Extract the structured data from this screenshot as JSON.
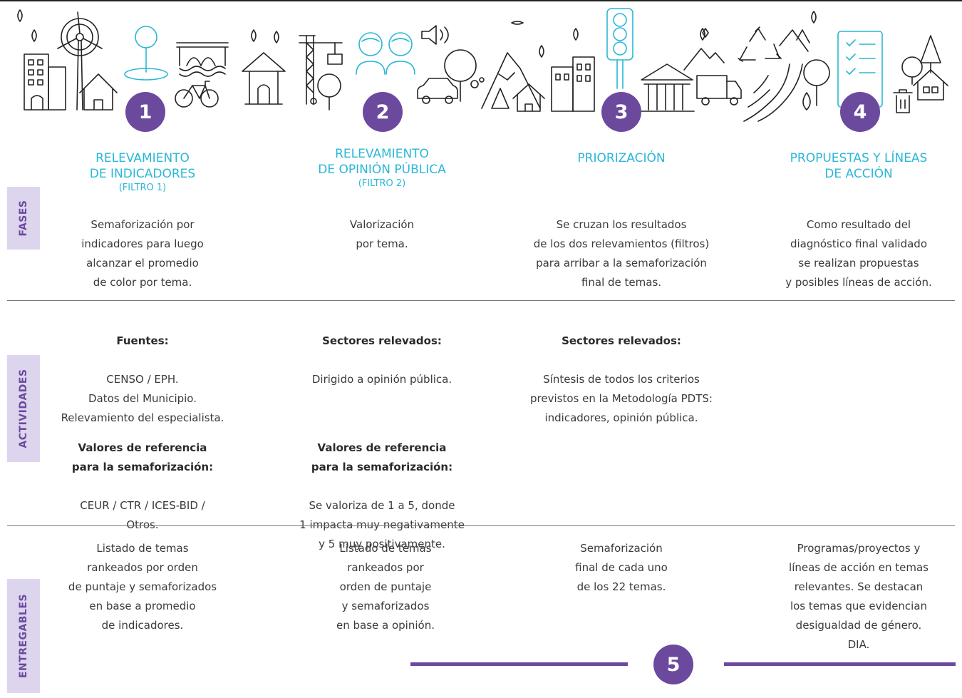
{
  "colors": {
    "accent": "#6b4a9e",
    "title": "#2ab7d6",
    "label_bg": "#ddd5ee",
    "text": "#3a3a3a"
  },
  "phases": [
    {
      "number": "1",
      "title": "RELEVAMIENTO\nDE INDICADORES",
      "filter": "(FILTRO 1)",
      "description": "Semaforización por\nindicadores para luego\nalcanzar el promedio\nde color por tema."
    },
    {
      "number": "2",
      "title": "RELEVAMIENTO\nDE OPINIÓN PÚBLICA",
      "filter": "(FILTRO 2)",
      "description": "Valorización\npor tema."
    },
    {
      "number": "3",
      "title": "PRIORIZACIÓN",
      "filter": "",
      "description": "Se cruzan los resultados\nde los dos relevamientos (filtros)\npara arribar a la semaforización\nfinal de temas."
    },
    {
      "number": "4",
      "title": "PROPUESTAS Y LÍNEAS\nDE ACCIÓN",
      "filter": "",
      "description": "Como resultado del\ndiagnóstico final validado\nse realizan propuestas\ny posibles líneas de acción."
    }
  ],
  "row_labels": {
    "fases": "FASES",
    "actividades": "ACTIVIDADES",
    "entregables": "ENTREGABLES"
  },
  "activities": {
    "col1": {
      "heading": "Fuentes:",
      "body": "CENSO / EPH.\nDatos del Municipio.\nRelevamiento del especialista.",
      "heading2": "Valores de referencia\npara la semaforización:",
      "body2": "CEUR / CTR / ICES-BID /\nOtros."
    },
    "col2": {
      "heading": "Sectores relevados:",
      "body": "Dirigido a opinión pública.",
      "heading2": "Valores de referencia\npara la semaforización:",
      "body2": "Se valoriza de 1 a 5, donde\n1 impacta muy negativamente\ny 5 muy positivamente."
    },
    "col3": {
      "heading": "Sectores relevados:",
      "body": "Síntesis de todos los criterios\nprevistos en la Metodología PDTS:\nindicadores, opinión pública."
    }
  },
  "deliverables": [
    "Listado de temas\nrankeados por orden\nde puntaje y semaforizados\nen base a promedio\nde indicadores.",
    "Listado de temas\nrankeados por\norden de puntaje\ny semaforizados\nen base a opinión.",
    "Semaforización\nfinal de cada uno\nde los 22 temas.",
    "Programas/proyectos y\nlíneas de acción en temas\nrelevantes. Se destacan\nlos temas que evidencian\ndesigualdad de género.\nDIA."
  ],
  "final_step": {
    "number": "5"
  }
}
